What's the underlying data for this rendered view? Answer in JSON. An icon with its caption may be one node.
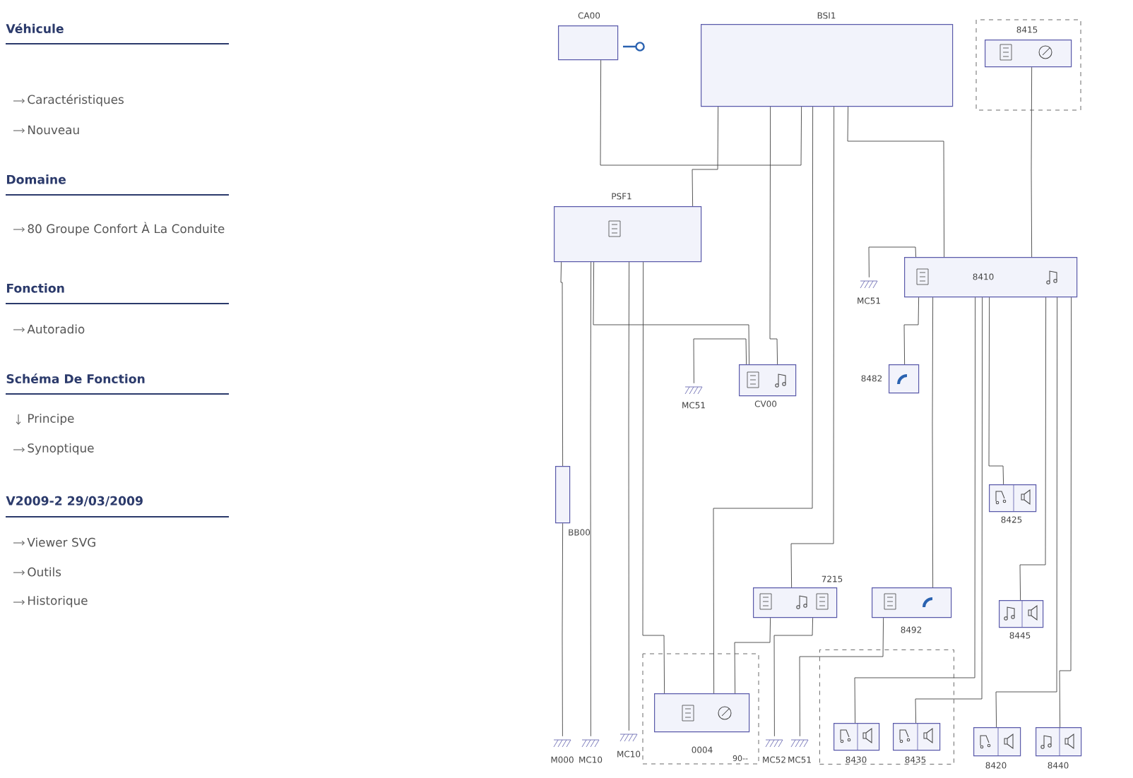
{
  "diagram": {
    "nodes": [
      {
        "text": [
          "CA00"
        ]
      },
      {
        "text": [
          "BSI1"
        ]
      },
      {
        "text": [
          "8415"
        ]
      },
      {
        "text": [
          "PSF1"
        ]
      },
      {
        "text": [
          "8410"
        ]
      },
      {
        "text": [
          "CV00"
        ]
      },
      {
        "text": [
          "8482"
        ]
      },
      {
        "text": [
          "BB00"
        ]
      },
      {
        "text": [
          "7215"
        ]
      },
      {
        "text": [
          "8492"
        ]
      },
      {
        "text": [
          "8425"
        ]
      },
      {
        "text": [
          "8445"
        ]
      },
      {
        "text": [
          "0004"
        ],
        "beside": [
          "90--"
        ]
      },
      {
        "text": [],
        "shape": "box"
      },
      {
        "text": [
          "8430"
        ],
        "in": 13
      },
      {
        "text": [
          "8435"
        ],
        "in": 13
      },
      {
        "text": [
          "8420"
        ]
      },
      {
        "text": [
          "8440"
        ]
      },
      {
        "text": [
          "MC51"
        ]
      },
      {
        "text": [
          "MC51"
        ]
      },
      {
        "text": [
          "M000"
        ]
      },
      {
        "text": [
          "MC10"
        ]
      },
      {
        "text": [
          "MC10"
        ]
      },
      {
        "text": [
          "MC52"
        ]
      },
      {
        "text": [
          "MC51"
        ]
      }
    ],
    "edges": [
      {
        "from": 0,
        "to": 1,
        "arrow": "none"
      },
      {
        "from": 1,
        "to": 3,
        "arrow": "none"
      },
      {
        "from": 1,
        "to": 5,
        "arrow": "none"
      },
      {
        "from": 1,
        "to": 4,
        "arrow": "none"
      },
      {
        "from": 1,
        "to": 8,
        "arrow": "none"
      },
      {
        "from": 1,
        "to": 12,
        "arrow": "none"
      },
      {
        "from": 2,
        "to": 4,
        "arrow": "none"
      },
      {
        "from": 3,
        "to": 7,
        "arrow": "none"
      },
      {
        "from": 3,
        "to": 5,
        "arrow": "none"
      },
      {
        "from": 3,
        "to": 12,
        "arrow": "none"
      },
      {
        "from": 3,
        "to": 21,
        "arrow": "none"
      },
      {
        "from": 3,
        "to": 22,
        "arrow": "none"
      },
      {
        "from": 7,
        "to": 20,
        "arrow": "none"
      },
      {
        "from": 5,
        "to": 19,
        "arrow": "none"
      },
      {
        "from": 4,
        "to": 18,
        "arrow": "none"
      },
      {
        "from": 4,
        "to": 6,
        "arrow": "none"
      },
      {
        "from": 4,
        "to": 9,
        "arrow": "none"
      },
      {
        "from": 4,
        "to": 10,
        "arrow": "none"
      },
      {
        "from": 4,
        "to": 11,
        "arrow": "none"
      },
      {
        "from": 4,
        "to": 14,
        "arrow": "none"
      },
      {
        "from": 4,
        "to": 15,
        "arrow": "none"
      },
      {
        "from": 4,
        "to": 16,
        "arrow": "none"
      },
      {
        "from": 4,
        "to": 17,
        "arrow": "none"
      },
      {
        "from": 8,
        "to": 12,
        "arrow": "none"
      },
      {
        "from": 8,
        "to": 23,
        "arrow": "none"
      },
      {
        "from": 9,
        "to": 24,
        "arrow": "none"
      }
    ],
    "labels": [
      "Véhicule",
      "Caractéristiques",
      "Nouveau",
      "Domaine",
      "80 Groupe Confort À La Conduite",
      "Fonction",
      "Autoradio",
      "Schéma De Fonction",
      "Principe",
      "Synoptique",
      "V2009-2 29/03/2009",
      "Viewer SVG",
      "Outils",
      "Historique"
    ]
  }
}
